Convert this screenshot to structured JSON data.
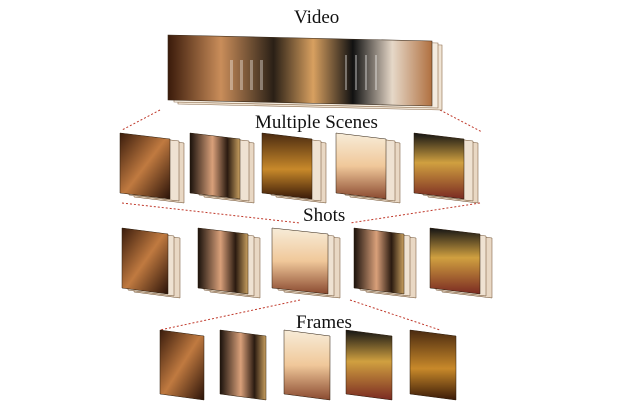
{
  "labels": {
    "video": "Video",
    "scenes": "Multiple Scenes",
    "shots": "Shots",
    "frames": "Frames"
  },
  "thumbnails": {
    "frames": [
      "singer-portrait",
      "long-hair-performer",
      "lit-stage-crowd",
      "stage-crowd-night",
      "stage-wide"
    ],
    "shots": [
      "singer-portrait",
      "long-hair-performer",
      "lit-stage-crowd",
      "long-hair-performer",
      "stage-crowd-night"
    ],
    "scenes": [
      "singer-portrait",
      "long-hair-performer",
      "stage-wide",
      "lit-stage-crowd",
      "stage-crowd-night"
    ]
  },
  "colors": {
    "connector": "#c0392b",
    "skin": "#c98d5a",
    "dark": "#1a0f08",
    "gold": "#d49a2a",
    "crowd": "#8a3a2a",
    "light": "#f5e2c8"
  }
}
